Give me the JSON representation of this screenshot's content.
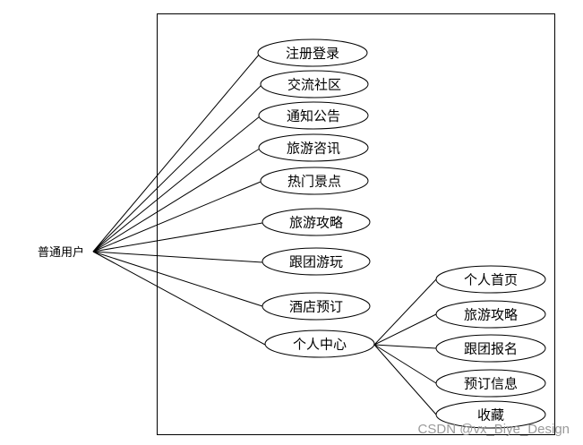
{
  "actor": {
    "label": "普通用户"
  },
  "use_cases": [
    {
      "label": "注册登录"
    },
    {
      "label": "交流社区"
    },
    {
      "label": "通知公告"
    },
    {
      "label": "旅游咨讯"
    },
    {
      "label": "热门景点"
    },
    {
      "label": "旅游攻略"
    },
    {
      "label": "跟团游玩"
    },
    {
      "label": "酒店预订"
    },
    {
      "label": "个人中心"
    }
  ],
  "sub_use_cases": [
    {
      "label": "个人首页"
    },
    {
      "label": "旅游攻略"
    },
    {
      "label": "跟团报名"
    },
    {
      "label": "预订信息"
    },
    {
      "label": "收藏"
    }
  ],
  "watermark": {
    "text": "CSDN @vx_Biye_Design"
  },
  "colors": {
    "stroke": "#000000",
    "background": "#ffffff",
    "watermark": "#9a9a9a"
  }
}
